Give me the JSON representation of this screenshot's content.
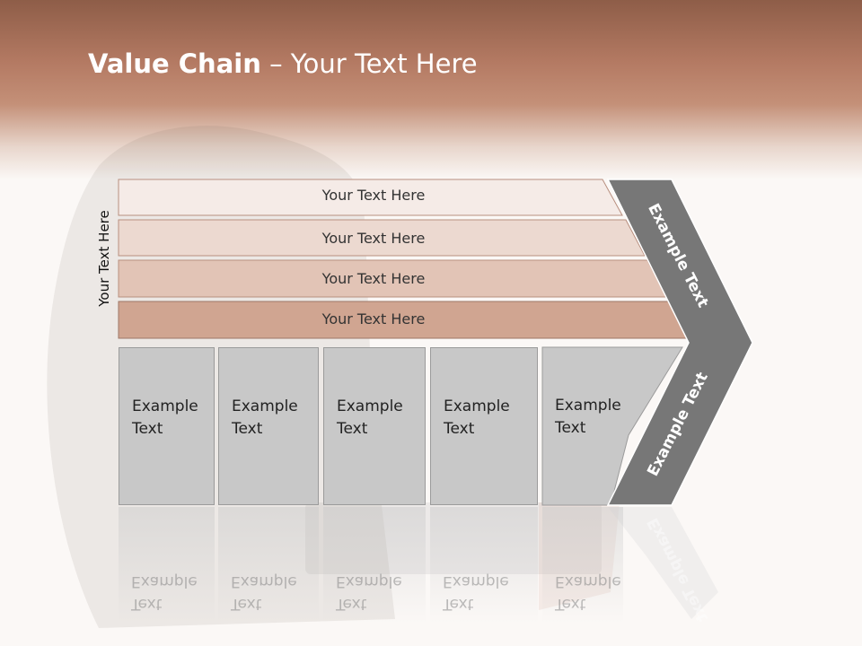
{
  "slide": {
    "title_bold": "Value Chain",
    "title_rest": " – Your Text Here",
    "vertical_label": "Your Text Here"
  },
  "bands": [
    {
      "label": "Your Text Here",
      "color": "#f5ebe7"
    },
    {
      "label": "Your Text Here",
      "color": "#ecd9d0"
    },
    {
      "label": "Your Text Here",
      "color": "#e2c4b6"
    },
    {
      "label": "Your Text Here",
      "color": "#d0a591"
    }
  ],
  "boxes": [
    {
      "line1": "Example",
      "line2": "Text"
    },
    {
      "line1": "Example",
      "line2": "Text"
    },
    {
      "line1": "Example",
      "line2": "Text"
    },
    {
      "line1": "Example",
      "line2": "Text"
    },
    {
      "line1": "Example",
      "line2": "Text"
    }
  ],
  "chevron": {
    "upper_label": "Example Text",
    "lower_label": "Example Text",
    "color": "#777777"
  },
  "colors": {
    "header_dark": "#8e5d48",
    "header_light": "#c49078",
    "box_fill": "#c8c8c8"
  }
}
